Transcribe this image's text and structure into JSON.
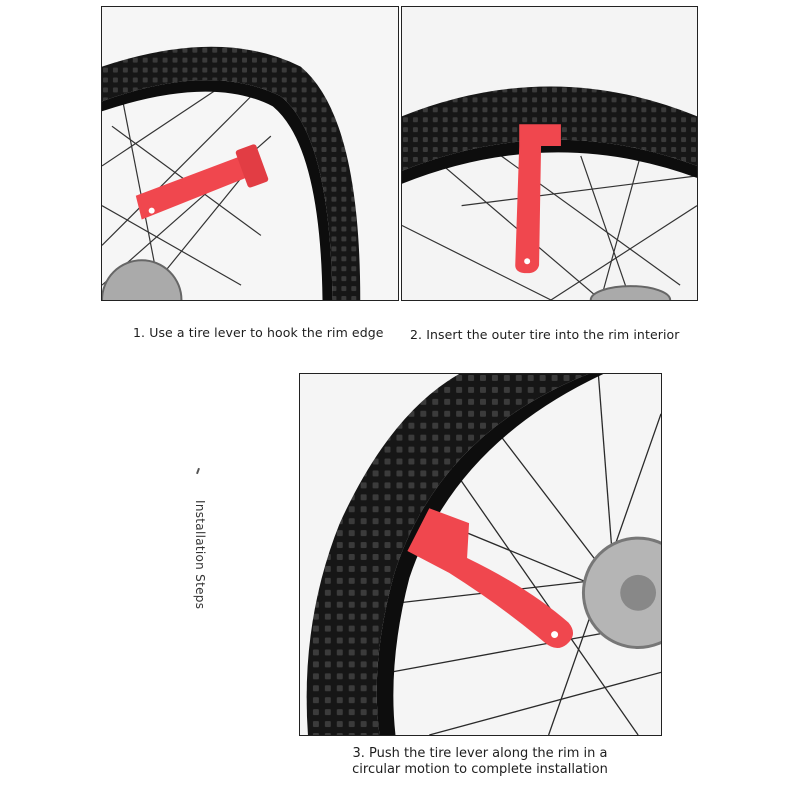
{
  "steps": [
    {
      "caption": "1. Use a tire lever to hook the rim edge"
    },
    {
      "caption": "2. Insert the outer tire into the rim interior"
    },
    {
      "caption_line1": "3. Push the tire lever along the rim in a",
      "caption_line2": "circular motion to complete installation"
    }
  ],
  "side_title": "Installation Steps",
  "colors": {
    "lever": "#f0474e",
    "tire": "#1c1c1c",
    "border": "#222222"
  }
}
